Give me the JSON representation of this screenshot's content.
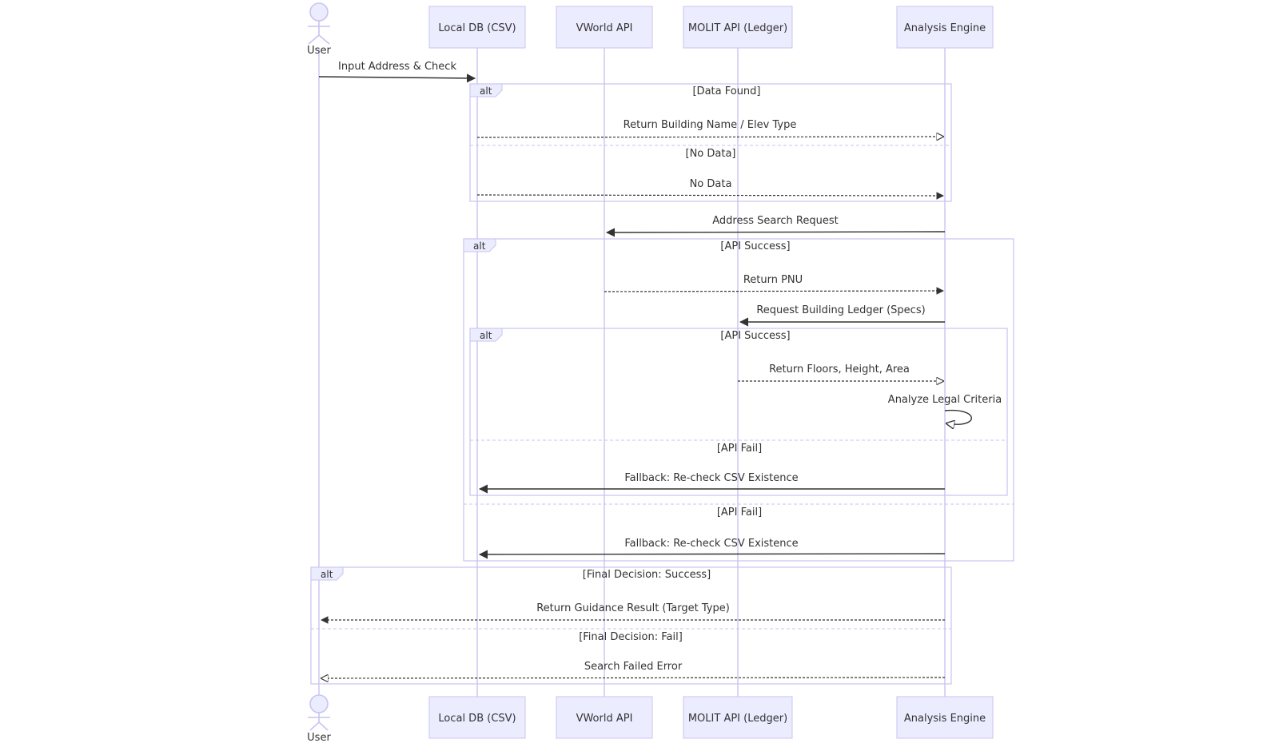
{
  "participants": {
    "user": "User",
    "local_db": "Local DB (CSV)",
    "vworld": "VWorld API",
    "molit": "MOLIT API (Ledger)",
    "engine": "Analysis Engine"
  },
  "messages": {
    "input_address": "Input Address & Check",
    "return_building": "Return Building Name / Elev Type",
    "no_data": "No Data",
    "address_search": "Address Search Request",
    "return_pnu": "Return PNU",
    "request_ledger": "Request Building Ledger (Specs)",
    "return_floors": "Return Floors, Height, Area",
    "analyze_legal": "Analyze Legal Criteria",
    "fallback_inner": "Fallback: Re-check CSV Existence",
    "fallback_outer": "Fallback: Re-check CSV Existence",
    "return_guidance": "Return Guidance Result (Target Type)",
    "search_failed": "Search Failed Error"
  },
  "fragments": {
    "alt_db": {
      "tag": "alt",
      "cond1": "[Data Found]",
      "cond2": "[No Data]"
    },
    "alt_api": {
      "tag": "alt",
      "cond1": "[API Success]",
      "cond2": "[API Fail]"
    },
    "alt_ledger": {
      "tag": "alt",
      "cond1": "[API Success]",
      "cond2": "[API Fail]"
    },
    "alt_final": {
      "tag": "alt",
      "cond1": "[Final Decision: Success]",
      "cond2": "[Final Decision: Fail]"
    }
  },
  "colors": {
    "actor_fill": "#ECECFF",
    "actor_stroke": "#c9c3ef",
    "line": "#333333"
  }
}
